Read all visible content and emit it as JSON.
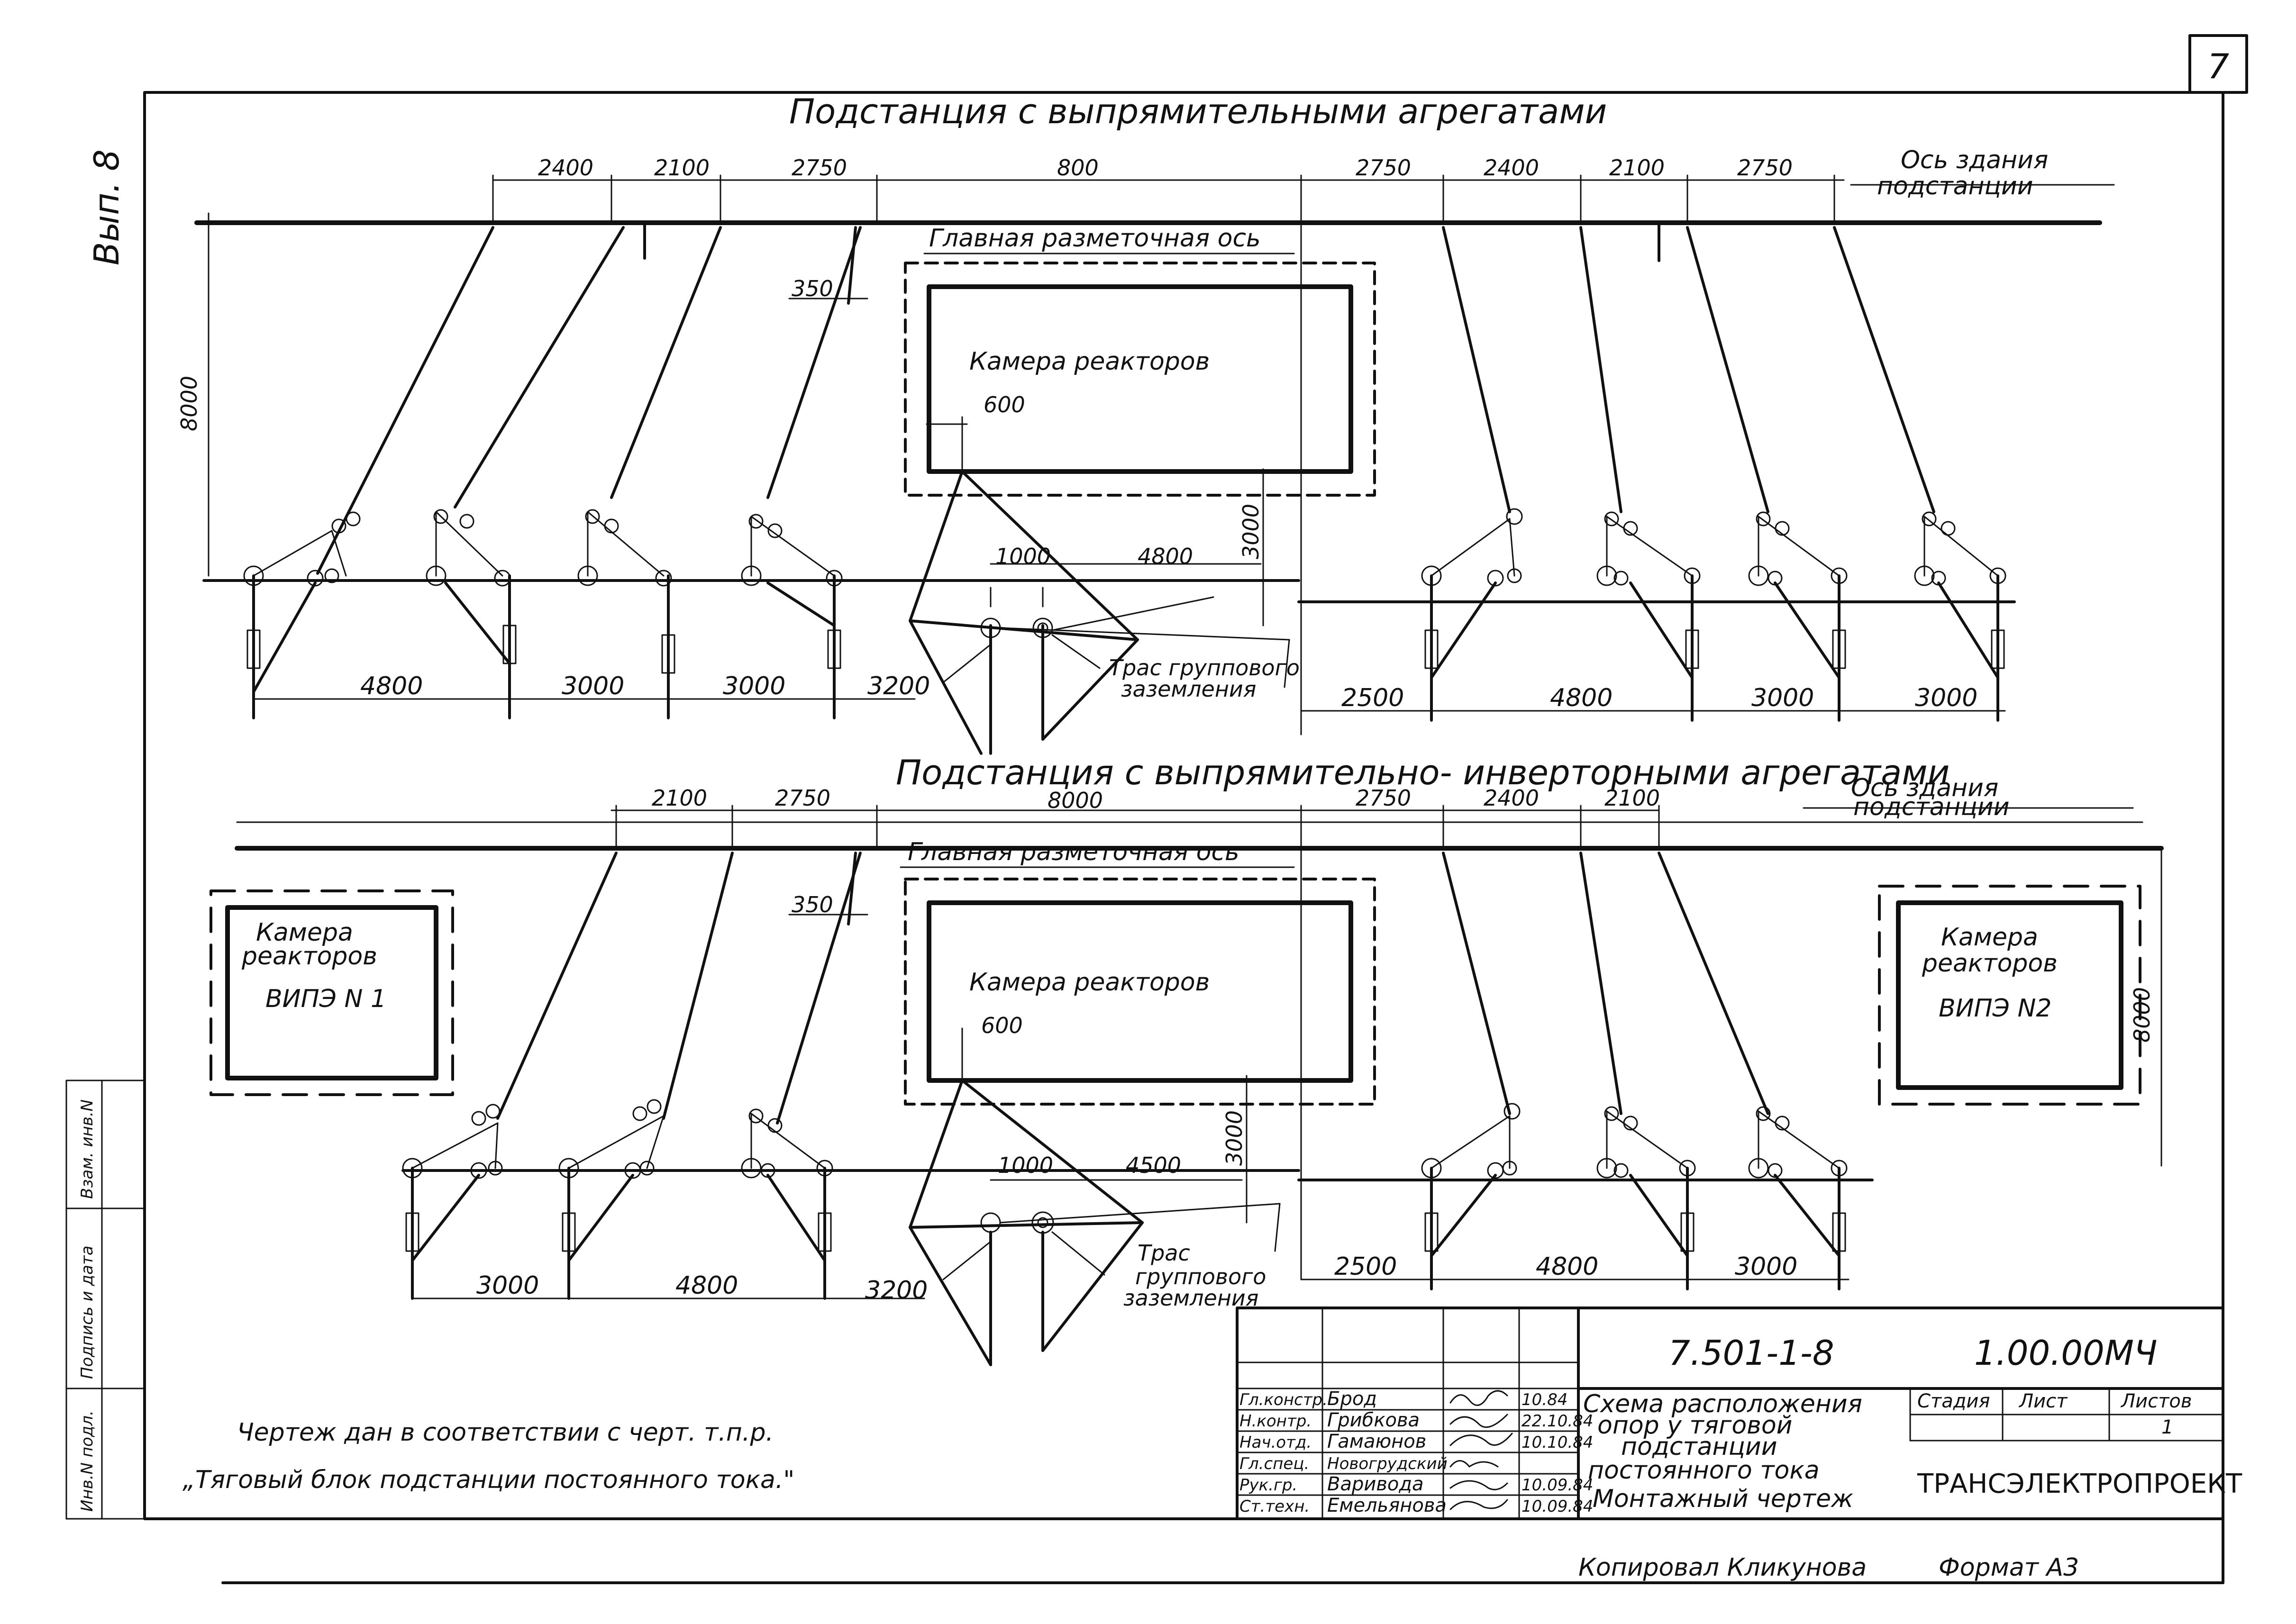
{
  "sheet_number": "7",
  "left_margin_note": "Вып. 8",
  "title_top": "Подстанция с выпрямительными агрегатами",
  "title_bottom": "Подстанция с выпрямительно- инверторными агрегатами",
  "axis_label_line1": "Ось здания",
  "axis_label_line2": "подстанции",
  "main_axis_label": "Главная разметочная ось",
  "reactor_chamber": "Камера реакторов",
  "reactor_vipe1_l1": "Камера",
  "reactor_vipe1_l2": "реакторов",
  "reactor_vipe1_l3": "ВИПЭ N 1",
  "reactor_vipe2_l1": "Камера",
  "reactor_vipe2_l2": "реакторов",
  "reactor_vipe2_l3": "ВИПЭ N2",
  "ground_top_l1": "Трас группового",
  "ground_top_l2": "заземления",
  "ground_bottom_l1": "Трас",
  "ground_bottom_l2": "группового",
  "ground_bottom_l3": "заземления",
  "dims_top": {
    "d2400a": "2400",
    "d2100a": "2100",
    "d2750a": "2750",
    "d800": "800",
    "d2750b": "2750",
    "d2400b": "2400",
    "d2100b": "2100",
    "d2750c": "2750",
    "d8000v": "8000",
    "d350": "350",
    "d600": "600",
    "d1000": "1000",
    "d4800": "4800",
    "d3000v": "3000",
    "b4800": "4800",
    "b3000a": "3000",
    "b3000b": "3000",
    "b3200": "3200",
    "b2500": "2500",
    "b4800r": "4800",
    "b3000r": "3000",
    "b3000r2": "3000"
  },
  "dims_bottom": {
    "d2100": "2100",
    "d2750": "2750",
    "d8000": "8000",
    "d2750b": "2750",
    "d2400": "2400",
    "d2100b": "2100",
    "d350": "350",
    "d600": "600",
    "d1000": "1000",
    "d4500": "4500",
    "d3000v": "3000",
    "d8000v": "8000",
    "b3000": "3000",
    "b4800": "4800",
    "b3200": "3200",
    "b2500": "2500",
    "b4800r": "4800",
    "b3000r": "3000"
  },
  "note_line1": "Чертеж дан в соответствии с черт. т.п.р.",
  "note_line2": "„Тяговый блок подстанции постоянного тока.\"",
  "side_stamp": {
    "inv": "Инв.N подл.",
    "sign": "Подпись и дата",
    "inst": "Взам. инв.N"
  },
  "title_block": {
    "doc_code": "7.501-1-8",
    "sheet_code": "1.00.00МЧ",
    "description_l1": "Схема расположения",
    "description_l2": "опор у тяговой",
    "description_l3": "подстанции",
    "description_l4": "постоянного тока",
    "description_l5": "Монтажный чертеж",
    "col_stage": "Стадия",
    "col_sheet": "Лист",
    "col_sheets": "Листов",
    "sheets_value": "1",
    "organization": "ТРАНСЭЛЕКТРОПРОЕКТ",
    "rows": [
      {
        "role": "Гл.констр.",
        "name": "Брод",
        "date": "10.84"
      },
      {
        "role": "Н.контр.",
        "name": "Грибкова",
        "date": "22.10.84"
      },
      {
        "role": "Нач.отд.",
        "name": "Гамаюнов",
        "date": "10.10.84"
      },
      {
        "role": "Гл.спец.",
        "name": "Новогрудский",
        "date": ""
      },
      {
        "role": "Рук.гр.",
        "name": "Варивода",
        "date": "10.09.84"
      },
      {
        "role": "Ст.техн.",
        "name": "Емельянова",
        "date": "10.09.84"
      }
    ]
  },
  "copied_by": "Копировал Кликунова",
  "format": "Формат А3"
}
